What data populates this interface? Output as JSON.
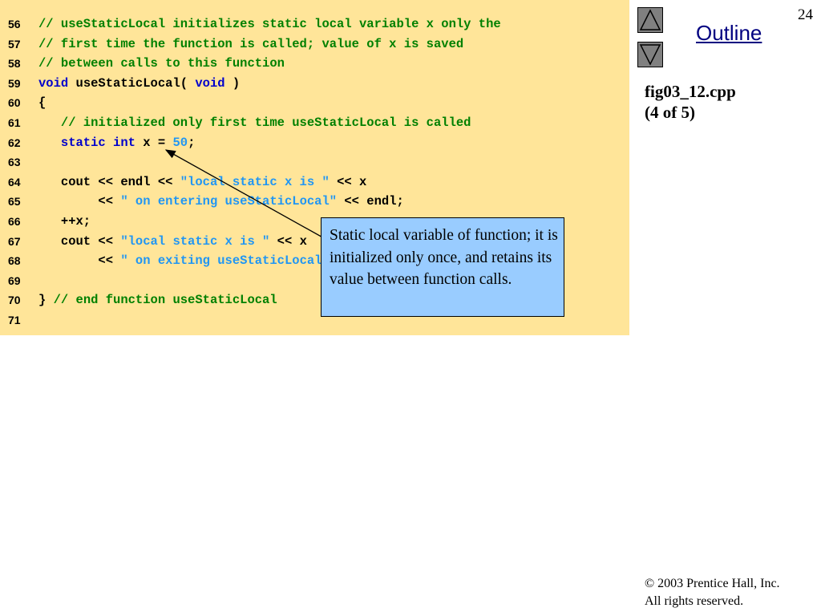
{
  "slide": {
    "number": "24",
    "outline_label": "Outline",
    "file_name": "fig03_12.cpp",
    "part": "(4 of 5)",
    "copyright_line1": "© 2003 Prentice Hall, Inc.",
    "copyright_line2": "All rights reserved."
  },
  "callout": {
    "text": "Static local variable of function; it is initialized only once, and retains its value between function calls."
  },
  "code_lines": [
    {
      "num": "56",
      "tokens": [
        {
          "t": "// useStaticLocal initializes static local variable x only the",
          "c": "c"
        }
      ]
    },
    {
      "num": "57",
      "tokens": [
        {
          "t": "// first time the function is called; value of x is saved",
          "c": "c"
        }
      ]
    },
    {
      "num": "58",
      "tokens": [
        {
          "t": "// between calls to this function",
          "c": "c"
        }
      ]
    },
    {
      "num": "59",
      "tokens": [
        {
          "t": "void",
          "c": "k"
        },
        {
          "t": " useStaticLocal( ",
          "c": "p"
        },
        {
          "t": "void",
          "c": "k"
        },
        {
          "t": " )",
          "c": "p"
        }
      ]
    },
    {
      "num": "60",
      "tokens": [
        {
          "t": "{",
          "c": "p"
        }
      ]
    },
    {
      "num": "61",
      "tokens": [
        {
          "t": "   // initialized only first time useStaticLocal is called",
          "c": "c"
        }
      ]
    },
    {
      "num": "62",
      "tokens": [
        {
          "t": "   ",
          "c": "p"
        },
        {
          "t": "static",
          "c": "k"
        },
        {
          "t": " ",
          "c": "p"
        },
        {
          "t": "int",
          "c": "k"
        },
        {
          "t": " x = ",
          "c": "p"
        },
        {
          "t": "50",
          "c": "n"
        },
        {
          "t": ";",
          "c": "p"
        }
      ]
    },
    {
      "num": "63",
      "tokens": []
    },
    {
      "num": "64",
      "tokens": [
        {
          "t": "   cout << endl << ",
          "c": "p"
        },
        {
          "t": "\"local static x is \"",
          "c": "s"
        },
        {
          "t": " << x",
          "c": "p"
        }
      ]
    },
    {
      "num": "65",
      "tokens": [
        {
          "t": "        << ",
          "c": "p"
        },
        {
          "t": "\" on entering useStaticLocal\"",
          "c": "s"
        },
        {
          "t": " << endl;",
          "c": "p"
        }
      ]
    },
    {
      "num": "66",
      "tokens": [
        {
          "t": "   ++x;",
          "c": "p"
        }
      ]
    },
    {
      "num": "67",
      "tokens": [
        {
          "t": "   cout << ",
          "c": "p"
        },
        {
          "t": "\"local static x is \"",
          "c": "s"
        },
        {
          "t": " << x",
          "c": "p"
        }
      ]
    },
    {
      "num": "68",
      "tokens": [
        {
          "t": "        << ",
          "c": "p"
        },
        {
          "t": "\" on exiting useStaticLocal\"",
          "c": "s"
        },
        {
          "t": " << endl;",
          "c": "p"
        }
      ]
    },
    {
      "num": "69",
      "tokens": []
    },
    {
      "num": "70",
      "tokens": [
        {
          "t": "}",
          "c": "p"
        },
        {
          "t": " // end function useStaticLocal",
          "c": "c"
        }
      ]
    },
    {
      "num": "71",
      "tokens": []
    }
  ],
  "colors": {
    "code_background": "#ffe599",
    "comment": "#008000",
    "keyword": "#0000cc",
    "string": "#2196f3",
    "callout_background": "#99ccff",
    "outline_link": "#000080"
  },
  "icons": {
    "previous": "triangle-up-icon",
    "next": "triangle-down-icon"
  }
}
